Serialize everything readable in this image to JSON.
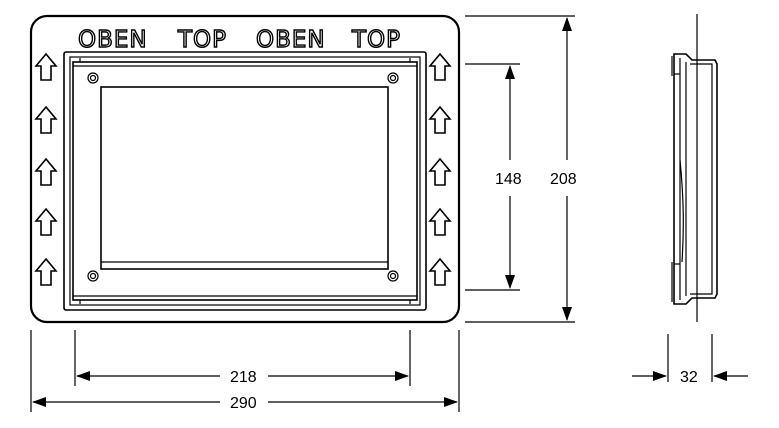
{
  "frame_labels": {
    "top_left_word": "OBEN",
    "top_mid_word": "TOP",
    "top_mid2_word": "OBEN",
    "top_right_word": "TOP"
  },
  "dimensions": {
    "inner_height": "148",
    "outer_height": "208",
    "inner_width": "218",
    "outer_width": "290",
    "depth": "32"
  },
  "icons": {
    "arrow": "arrow-up-outline-icon",
    "screw": "screw-icon"
  },
  "colors": {
    "line": "#000000",
    "background": "#ffffff",
    "frame_fill": "#ffffff"
  }
}
